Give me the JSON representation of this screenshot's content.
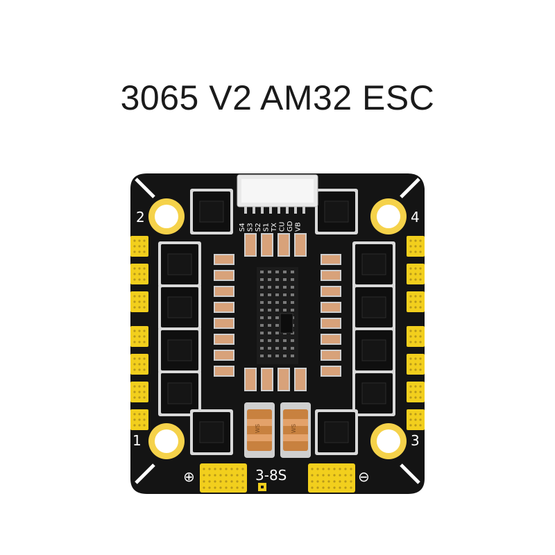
{
  "title": "3065 V2 AM32 ESC",
  "board": {
    "connector_pins": [
      "S4",
      "S3",
      "S2",
      "S1",
      "TX",
      "CU",
      "GD",
      "VB"
    ],
    "motor_numbers": [
      "2",
      "4",
      "1",
      "3"
    ],
    "voltage_label": "3-8S",
    "polarity_plus": "⊕",
    "polarity_minus": "⊖",
    "inductor_marking": "WS",
    "colors": {
      "pcb": "#141414",
      "pad_yellow": "#f2cf1d",
      "copper": "#d8a27a",
      "gold_ring": "#f5d24a",
      "silkscreen": "#ffffff"
    }
  }
}
